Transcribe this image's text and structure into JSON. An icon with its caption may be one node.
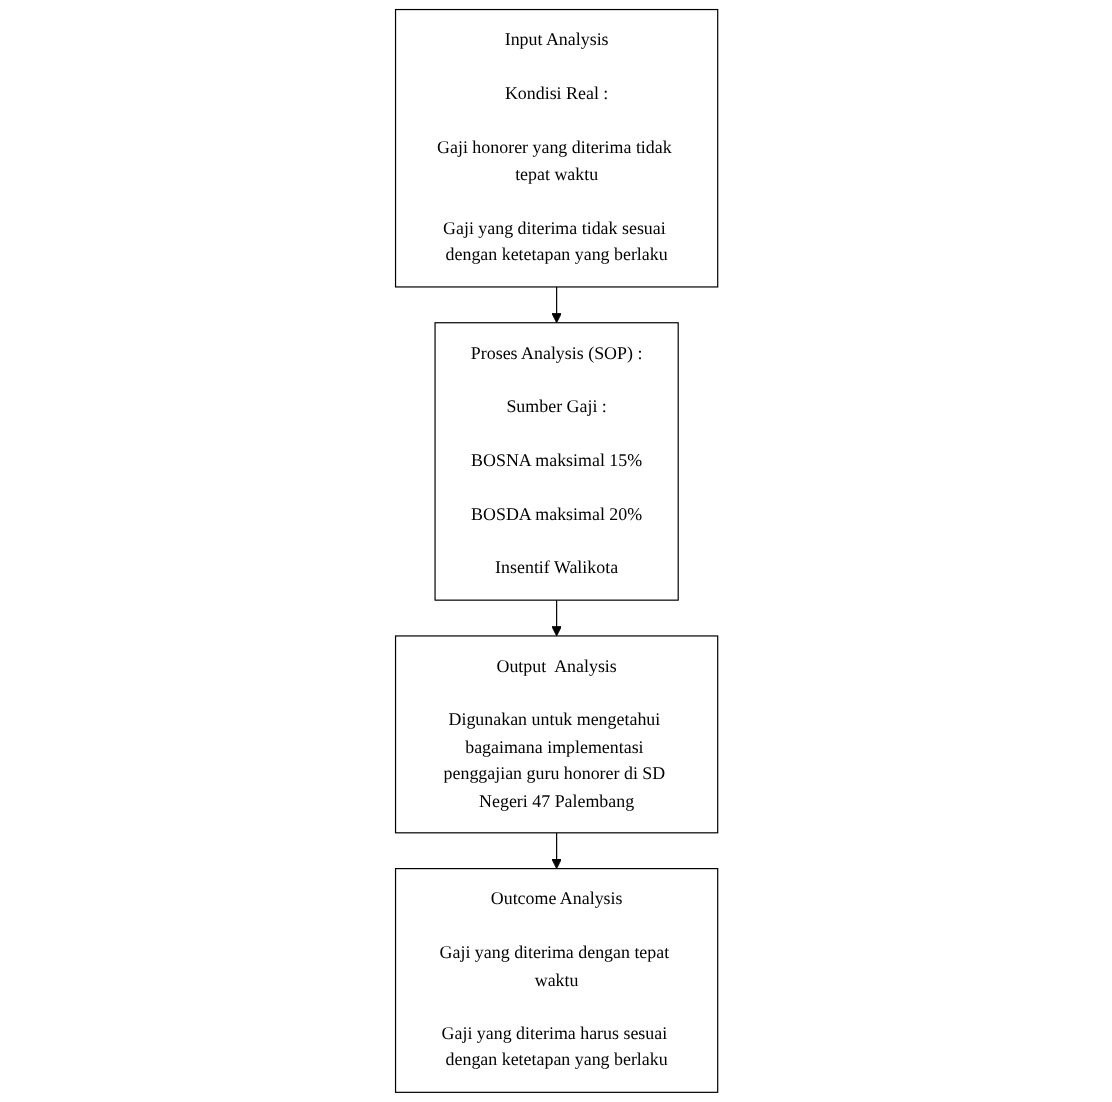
{
  "diagram": {
    "nodes": [
      {
        "text": [
          "Input Analysis",
          "Kondisi Real :",
          "Gaji honorer yang diterima tidak tepat waktu",
          "Gaji yang diterima tidak sesuai dengan ketetapan yang berlaku"
        ]
      },
      {
        "text": [
          "Proses Analysis (SOP) :",
          "Sumber Gaji :",
          "BOSNA maksimal 15%",
          "BOSDA maksimal 20%",
          "Insentif Walikota"
        ]
      },
      {
        "text": [
          "Outcome Analysis",
          "Gaji yang diterima dengan tepat waktu",
          "Gaji yang diterima harus sesuai dengan ketetapan yang berlaku"
        ]
      },
      {
        "text": [
          "Output  Analysis",
          "Digunakan untuk mengetahui bagaimana implementasi penggajian guru honorer di SD Negeri 47 Palembang"
        ]
      }
    ],
    "edges": [
      {
        "from": 0,
        "to": 1,
        "arrow": "to"
      },
      {
        "from": 1,
        "to": 3,
        "arrow": "to"
      },
      {
        "from": 3,
        "to": 2,
        "arrow": "to"
      }
    ]
  }
}
